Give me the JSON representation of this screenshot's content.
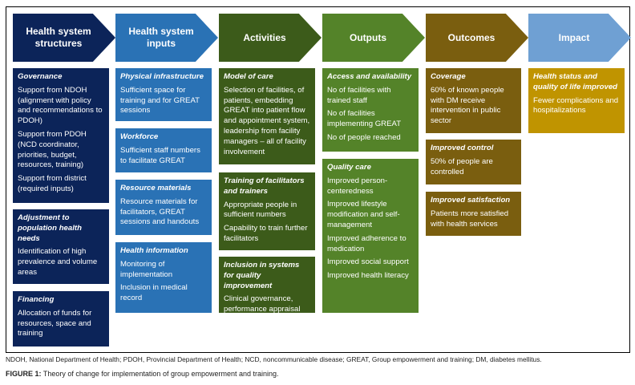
{
  "columns": [
    {
      "header": "Health system structures",
      "color": "#0c2459",
      "boxes": [
        {
          "title": "Governance",
          "lines": [
            "Support from NDOH (alignment with policy and recommendations to PDOH)",
            "Support from PDOH (NCD coordinator, priorities, budget, resources, training)",
            "Support from district (required inputs)"
          ]
        },
        {
          "title": "Adjustment to population health needs",
          "lines": [
            "Identification of high prevalence and volume areas"
          ]
        },
        {
          "title": "Financing",
          "lines": [
            "Allocation of funds for resources, space and training"
          ]
        }
      ]
    },
    {
      "header": "Health system inputs",
      "color": "#2a72b5",
      "boxes": [
        {
          "title": "Physical infrastructure",
          "lines": [
            "Sufficient space for training and for GREAT sessions"
          ]
        },
        {
          "title": "Workforce",
          "lines": [
            "Sufficient staff numbers to facilitate GREAT"
          ]
        },
        {
          "title": "Resource materials",
          "lines": [
            "Resource materials for facilitators, GREAT sessions and handouts"
          ]
        },
        {
          "title": "Health information",
          "lines": [
            "Monitoring of implementation",
            "Inclusion in medical record"
          ]
        }
      ]
    },
    {
      "header": "Activities",
      "color": "#3c5b1a",
      "boxes": [
        {
          "title": "Model of care",
          "lines": [
            "Selection of facilities, of patients, embedding GREAT into patient flow and appointment system, leadership from facility managers – all of facility involvement"
          ]
        },
        {
          "title": "Training of facilitators and trainers",
          "lines": [
            "Appropriate people in sufficient numbers",
            "Capability to train further facilitators"
          ]
        },
        {
          "title": "Inclusion in systems for quality improvement",
          "lines": [
            "Clinical governance, performance appraisal"
          ]
        }
      ]
    },
    {
      "header": "Outputs",
      "color": "#548329",
      "boxes": [
        {
          "title": "Access and availability",
          "lines": [
            "No of facilities with trained staff",
            "No of facilities implementing GREAT",
            "No of people reached"
          ]
        },
        {
          "title": "Quality care",
          "lines": [
            "Improved person-centeredness",
            "Improved lifestyle modification and self-management",
            "Improved adherence to medication",
            "Improved social support",
            "Improved health literacy"
          ]
        }
      ]
    },
    {
      "header": "Outcomes",
      "color": "#7a5e0f",
      "boxes": [
        {
          "title": "Coverage",
          "lines": [
            "60% of known people with DM receive intervention in public sector"
          ]
        },
        {
          "title": "Improved control",
          "lines": [
            "50% of people are controlled"
          ]
        },
        {
          "title": "Improved satisfaction",
          "lines": [
            "Patients more satisfied with health services"
          ]
        }
      ]
    },
    {
      "header": "Impact",
      "color": "#6fa0d3",
      "boxes": [
        {
          "title": "Health status and quality of life improved",
          "lines": [
            "Fewer complications and hospitalizations"
          ]
        }
      ]
    }
  ],
  "footnote": "NDOH, National Department of Health; PDOH, Provincial Department of Health; NCD, noncommunicable disease; GREAT, Group empowerment and training; DM, diabetes mellitus.",
  "caption_label": "FIGURE 1:",
  "caption": "Theory of change for implementation of group empowerment and training."
}
